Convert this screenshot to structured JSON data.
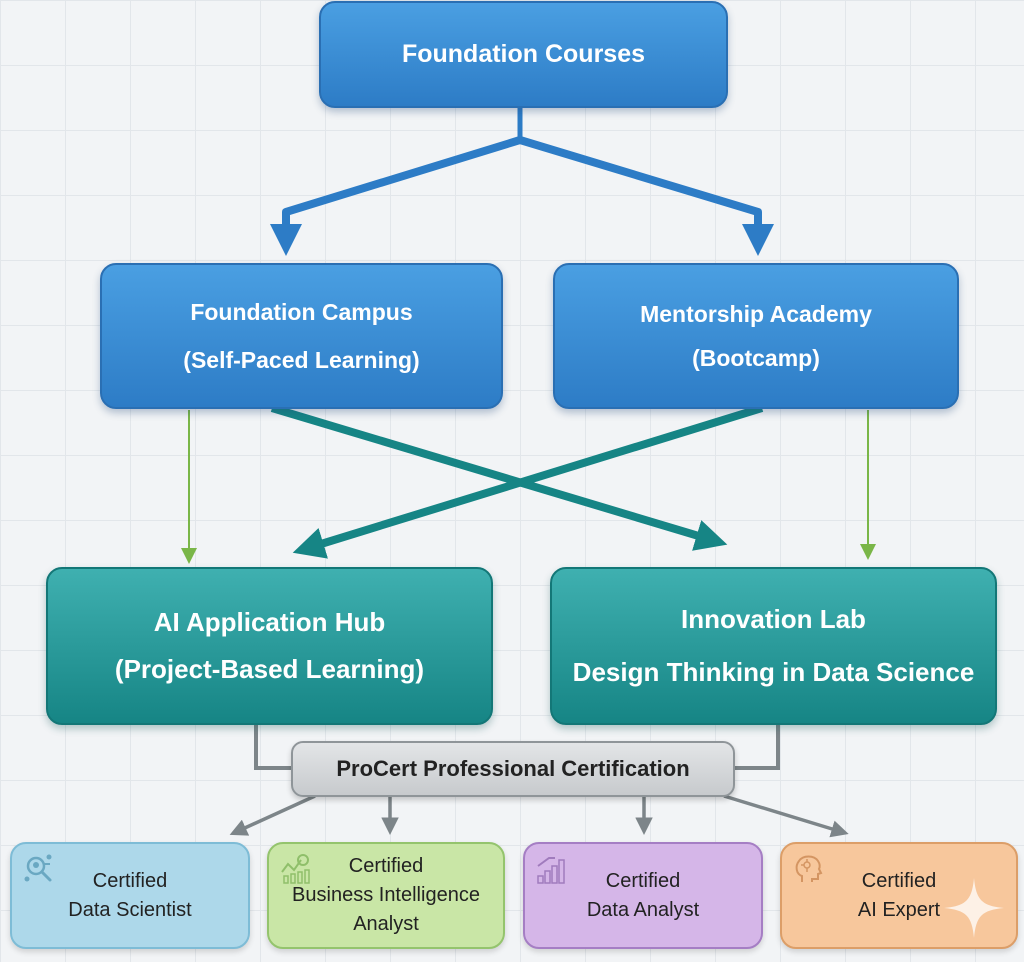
{
  "diagram": {
    "title": "Foundation Courses",
    "level2": [
      {
        "title": "Foundation Campus",
        "subtitle": "(Self-Paced Learning)"
      },
      {
        "title": "Mentorship Academy",
        "subtitle": "(Bootcamp)"
      }
    ],
    "level3": [
      {
        "title": "AI Application Hub",
        "subtitle": "(Project-Based Learning)"
      },
      {
        "title": "Innovation Lab",
        "subtitle": "Design Thinking in Data Science"
      }
    ],
    "certification": "ProCert Professional Certification",
    "certificates": [
      {
        "lines": [
          "Certified",
          "Data Scientist"
        ],
        "icon": "data-science-magnifier-icon"
      },
      {
        "lines": [
          "Certified",
          "Business Intelligence",
          "Analyst"
        ],
        "icon": "bi-chart-icon"
      },
      {
        "lines": [
          "Certified",
          "Data Analyst"
        ],
        "icon": "bar-chart-growth-icon"
      },
      {
        "lines": [
          "Certified",
          "AI Expert"
        ],
        "icon": "ai-head-icon"
      }
    ],
    "colors": {
      "blue": "#2d7cc6",
      "teal": "#168585",
      "green_arrow": "#7ab648",
      "gray": "#8f9599"
    }
  }
}
